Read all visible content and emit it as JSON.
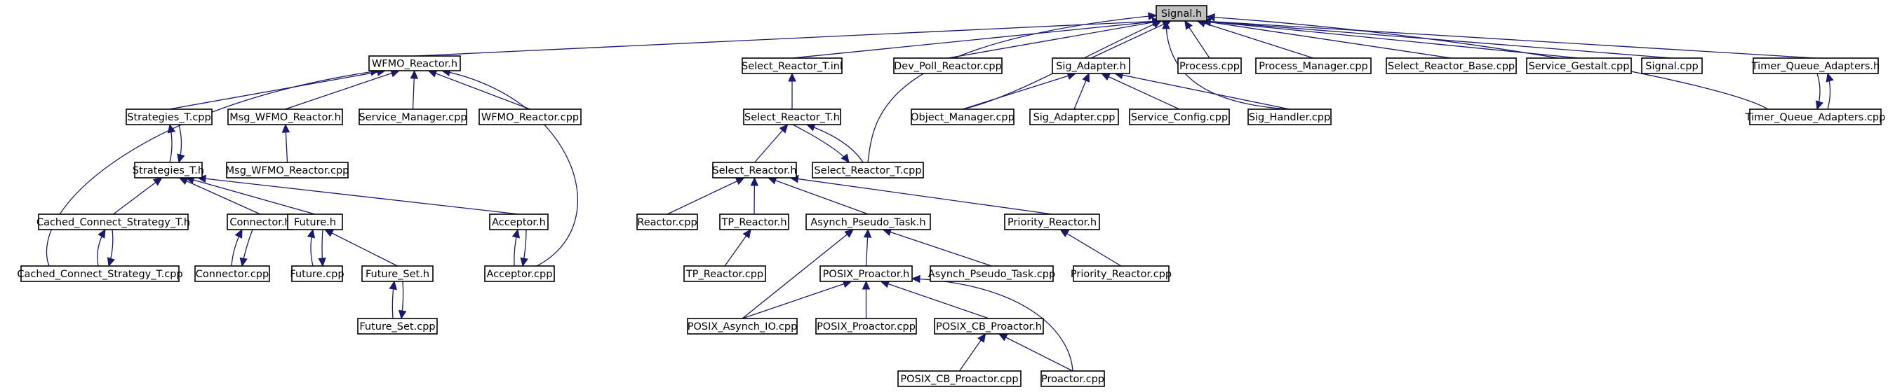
{
  "diagram": {
    "edge_color": "#191970",
    "root_fill": "#bfbfbf",
    "nodes": [
      {
        "id": "signal_h",
        "label": "Signal.h"
      },
      {
        "id": "wfmo_reactor_h",
        "label": "WFMO_Reactor.h"
      },
      {
        "id": "select_reactor_t_inl",
        "label": "Select_Reactor_T.inl"
      },
      {
        "id": "dev_poll_reactor_cpp",
        "label": "Dev_Poll_Reactor.cpp"
      },
      {
        "id": "sig_adapter_h",
        "label": "Sig_Adapter.h"
      },
      {
        "id": "process_cpp",
        "label": "Process.cpp"
      },
      {
        "id": "process_manager_cpp",
        "label": "Process_Manager.cpp"
      },
      {
        "id": "select_reactor_base_cpp",
        "label": "Select_Reactor_Base.cpp"
      },
      {
        "id": "service_gestalt_cpp",
        "label": "Service_Gestalt.cpp"
      },
      {
        "id": "signal_cpp",
        "label": "Signal.cpp"
      },
      {
        "id": "timer_queue_adapters_h",
        "label": "Timer_Queue_Adapters.h"
      },
      {
        "id": "strategies_t_cpp",
        "label": "Strategies_T.cpp"
      },
      {
        "id": "msg_wfmo_reactor_h",
        "label": "Msg_WFMO_Reactor.h"
      },
      {
        "id": "service_manager_cpp",
        "label": "Service_Manager.cpp"
      },
      {
        "id": "wfmo_reactor_cpp",
        "label": "WFMO_Reactor.cpp"
      },
      {
        "id": "select_reactor_t_h",
        "label": "Select_Reactor_T.h"
      },
      {
        "id": "object_manager_cpp",
        "label": "Object_Manager.cpp"
      },
      {
        "id": "sig_adapter_cpp",
        "label": "Sig_Adapter.cpp"
      },
      {
        "id": "service_config_cpp",
        "label": "Service_Config.cpp"
      },
      {
        "id": "sig_handler_cpp",
        "label": "Sig_Handler.cpp"
      },
      {
        "id": "timer_queue_adapters_cpp",
        "label": "Timer_Queue_Adapters.cpp"
      },
      {
        "id": "strategies_t_h",
        "label": "Strategies_T.h"
      },
      {
        "id": "msg_wfmo_reactor_cpp",
        "label": "Msg_WFMO_Reactor.cpp"
      },
      {
        "id": "select_reactor_h",
        "label": "Select_Reactor.h"
      },
      {
        "id": "select_reactor_t_cpp",
        "label": "Select_Reactor_T.cpp"
      },
      {
        "id": "cached_connect_strategy_t_h",
        "label": "Cached_Connect_Strategy_T.h"
      },
      {
        "id": "connector_h",
        "label": "Connector.h"
      },
      {
        "id": "future_h",
        "label": "Future.h"
      },
      {
        "id": "acceptor_h",
        "label": "Acceptor.h"
      },
      {
        "id": "reactor_cpp",
        "label": "Reactor.cpp"
      },
      {
        "id": "tp_reactor_h",
        "label": "TP_Reactor.h"
      },
      {
        "id": "asynch_pseudo_task_h",
        "label": "Asynch_Pseudo_Task.h"
      },
      {
        "id": "priority_reactor_h",
        "label": "Priority_Reactor.h"
      },
      {
        "id": "cached_connect_strategy_t_cpp",
        "label": "Cached_Connect_Strategy_T.cpp"
      },
      {
        "id": "connector_cpp",
        "label": "Connector.cpp"
      },
      {
        "id": "future_cpp",
        "label": "Future.cpp"
      },
      {
        "id": "future_set_h",
        "label": "Future_Set.h"
      },
      {
        "id": "acceptor_cpp",
        "label": "Acceptor.cpp"
      },
      {
        "id": "tp_reactor_cpp",
        "label": "TP_Reactor.cpp"
      },
      {
        "id": "posix_proactor_h",
        "label": "POSIX_Proactor.h"
      },
      {
        "id": "asynch_pseudo_task_cpp",
        "label": "Asynch_Pseudo_Task.cpp"
      },
      {
        "id": "priority_reactor_cpp",
        "label": "Priority_Reactor.cpp"
      },
      {
        "id": "future_set_cpp",
        "label": "Future_Set.cpp"
      },
      {
        "id": "posix_asynch_io_cpp",
        "label": "POSIX_Asynch_IO.cpp"
      },
      {
        "id": "posix_proactor_cpp",
        "label": "POSIX_Proactor.cpp"
      },
      {
        "id": "posix_cb_proactor_h",
        "label": "POSIX_CB_Proactor.h"
      },
      {
        "id": "posix_cb_proactor_cpp",
        "label": "POSIX_CB_Proactor.cpp"
      },
      {
        "id": "proactor_cpp",
        "label": "Proactor.cpp"
      }
    ],
    "edges": [
      {
        "from": "wfmo_reactor_h",
        "to": "signal_h"
      },
      {
        "from": "select_reactor_t_inl",
        "to": "signal_h"
      },
      {
        "from": "dev_poll_reactor_cpp",
        "to": "signal_h"
      },
      {
        "from": "sig_adapter_h",
        "to": "signal_h"
      },
      {
        "from": "process_cpp",
        "to": "signal_h"
      },
      {
        "from": "process_manager_cpp",
        "to": "signal_h"
      },
      {
        "from": "select_reactor_base_cpp",
        "to": "signal_h"
      },
      {
        "from": "service_gestalt_cpp",
        "to": "signal_h"
      },
      {
        "from": "signal_cpp",
        "to": "signal_h"
      },
      {
        "from": "timer_queue_adapters_h",
        "to": "signal_h"
      },
      {
        "from": "select_reactor_t_cpp",
        "to": "signal_h"
      },
      {
        "from": "object_manager_cpp",
        "to": "signal_h"
      },
      {
        "from": "sig_handler_cpp",
        "to": "signal_h"
      },
      {
        "from": "timer_queue_adapters_cpp",
        "to": "signal_h"
      },
      {
        "from": "strategies_t_cpp",
        "to": "wfmo_reactor_h"
      },
      {
        "from": "msg_wfmo_reactor_h",
        "to": "wfmo_reactor_h"
      },
      {
        "from": "service_manager_cpp",
        "to": "wfmo_reactor_h"
      },
      {
        "from": "wfmo_reactor_cpp",
        "to": "wfmo_reactor_h"
      },
      {
        "from": "cached_connect_strategy_t_cpp",
        "to": "wfmo_reactor_h"
      },
      {
        "from": "acceptor_cpp",
        "to": "wfmo_reactor_h"
      },
      {
        "from": "select_reactor_t_h",
        "to": "select_reactor_t_inl"
      },
      {
        "from": "object_manager_cpp",
        "to": "sig_adapter_h"
      },
      {
        "from": "sig_adapter_cpp",
        "to": "sig_adapter_h"
      },
      {
        "from": "service_config_cpp",
        "to": "sig_adapter_h"
      },
      {
        "from": "sig_handler_cpp",
        "to": "sig_adapter_h"
      },
      {
        "from": "timer_queue_adapters_cpp",
        "to": "timer_queue_adapters_h"
      },
      {
        "from": "timer_queue_adapters_h",
        "to": "timer_queue_adapters_cpp"
      },
      {
        "from": "strategies_t_h",
        "to": "strategies_t_cpp"
      },
      {
        "from": "strategies_t_cpp",
        "to": "strategies_t_h"
      },
      {
        "from": "msg_wfmo_reactor_cpp",
        "to": "msg_wfmo_reactor_h"
      },
      {
        "from": "select_reactor_h",
        "to": "select_reactor_t_h"
      },
      {
        "from": "select_reactor_t_cpp",
        "to": "select_reactor_t_h"
      },
      {
        "from": "select_reactor_t_h",
        "to": "select_reactor_t_cpp"
      },
      {
        "from": "cached_connect_strategy_t_h",
        "to": "strategies_t_h"
      },
      {
        "from": "connector_h",
        "to": "strategies_t_h"
      },
      {
        "from": "future_h",
        "to": "strategies_t_h"
      },
      {
        "from": "acceptor_h",
        "to": "strategies_t_h"
      },
      {
        "from": "reactor_cpp",
        "to": "select_reactor_h"
      },
      {
        "from": "tp_reactor_h",
        "to": "select_reactor_h"
      },
      {
        "from": "asynch_pseudo_task_h",
        "to": "select_reactor_h"
      },
      {
        "from": "priority_reactor_h",
        "to": "select_reactor_h"
      },
      {
        "from": "cached_connect_strategy_t_cpp",
        "to": "cached_connect_strategy_t_h"
      },
      {
        "from": "cached_connect_strategy_t_h",
        "to": "cached_connect_strategy_t_cpp"
      },
      {
        "from": "connector_cpp",
        "to": "connector_h"
      },
      {
        "from": "connector_h",
        "to": "connector_cpp"
      },
      {
        "from": "future_cpp",
        "to": "future_h"
      },
      {
        "from": "future_h",
        "to": "future_cpp"
      },
      {
        "from": "future_set_h",
        "to": "future_h"
      },
      {
        "from": "acceptor_cpp",
        "to": "acceptor_h"
      },
      {
        "from": "acceptor_h",
        "to": "acceptor_cpp"
      },
      {
        "from": "tp_reactor_cpp",
        "to": "tp_reactor_h"
      },
      {
        "from": "posix_proactor_h",
        "to": "asynch_pseudo_task_h"
      },
      {
        "from": "asynch_pseudo_task_cpp",
        "to": "asynch_pseudo_task_h"
      },
      {
        "from": "posix_asynch_io_cpp",
        "to": "asynch_pseudo_task_h"
      },
      {
        "from": "priority_reactor_cpp",
        "to": "priority_reactor_h"
      },
      {
        "from": "future_set_cpp",
        "to": "future_set_h"
      },
      {
        "from": "future_set_h",
        "to": "future_set_cpp"
      },
      {
        "from": "posix_asynch_io_cpp",
        "to": "posix_proactor_h"
      },
      {
        "from": "posix_proactor_cpp",
        "to": "posix_proactor_h"
      },
      {
        "from": "posix_cb_proactor_h",
        "to": "posix_proactor_h"
      },
      {
        "from": "proactor_cpp",
        "to": "posix_proactor_h"
      },
      {
        "from": "posix_cb_proactor_cpp",
        "to": "posix_cb_proactor_h"
      },
      {
        "from": "proactor_cpp",
        "to": "posix_cb_proactor_h"
      }
    ]
  }
}
